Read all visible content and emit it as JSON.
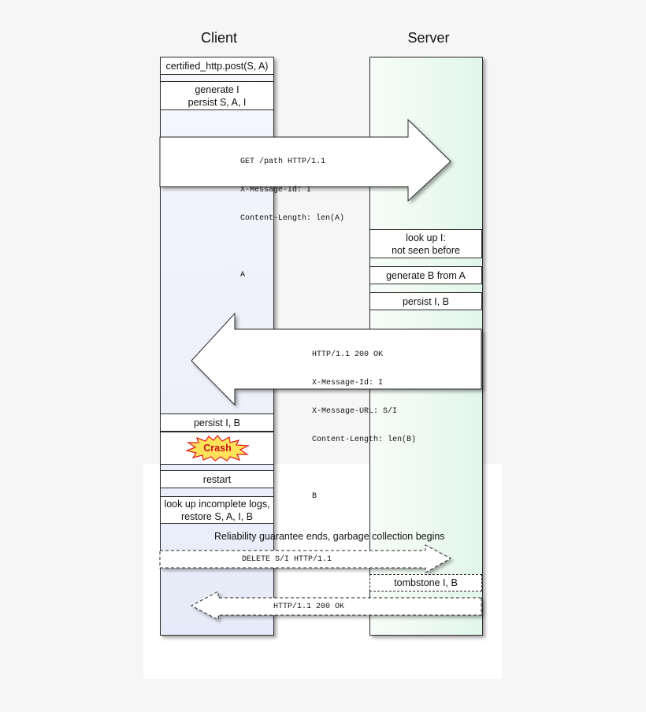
{
  "columns": {
    "client": "Client",
    "server": "Server"
  },
  "client_steps": {
    "post": "certified_http.post(S, A)",
    "generate": [
      "generate I",
      "persist S, A, I"
    ],
    "persist": "persist I, B",
    "crash": "Crash",
    "restart": "restart",
    "lookup": [
      "look up incomplete logs,",
      "restore S, A, I, B"
    ]
  },
  "server_steps": {
    "lookup": [
      "look up I:",
      "not seen before"
    ],
    "generate": "generate B from A",
    "persist": "persist I, B",
    "tombstone": "tombstone I, B"
  },
  "messages": {
    "request": [
      "GET /path HTTP/1.1",
      "X-Message-Id: I",
      "Content-Length: len(A)",
      "",
      "A"
    ],
    "response": [
      "HTTP/1.1 200 OK",
      "X-Message-Id: I",
      "X-Message-URL: S/I",
      "Content-Length: len(B)",
      "",
      "B"
    ],
    "delete": "DELETE S/I HTTP/1.1",
    "delete_response": "HTTP/1.1 200 OK"
  },
  "caption": "Reliability guarantee ends, garbage collection begins",
  "colors": {
    "crash_fill": "#ffe25a",
    "crash_stroke": "#e01b1b",
    "crash_text": "#c21414"
  }
}
